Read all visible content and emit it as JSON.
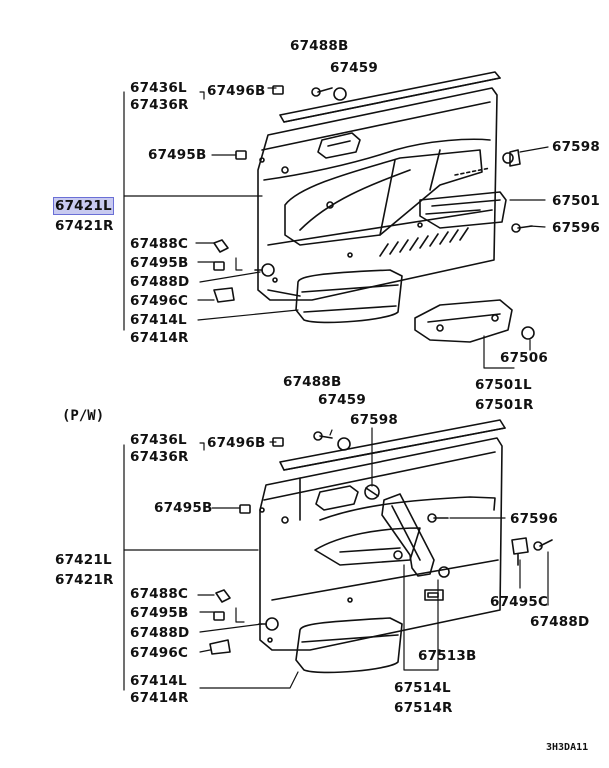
{
  "callouts": {
    "top": {
      "p67488B": "67488B",
      "p67459": "67459",
      "p67436L": "67436L",
      "p67496B": "67496B",
      "p67436R": "67436R",
      "p67598": "67598",
      "p67495B": "67495B",
      "p67421L": "67421L",
      "p67421R": "67421R",
      "p67501": "67501",
      "p67596": "67596",
      "p67488C": "67488C",
      "p67495B2": "67495B",
      "p67488D": "67488D",
      "p67496C": "67496C",
      "p67414L": "67414L",
      "p67414R": "67414R",
      "p67506": "67506",
      "p67501L": "67501L",
      "p67501R": "67501R"
    },
    "pw_label": "(P/W)",
    "bottom": {
      "p67488B": "67488B",
      "p67459": "67459",
      "p67598": "67598",
      "p67436L": "67436L",
      "p67496B": "67496B",
      "p67436R": "67436R",
      "p67495B": "67495B",
      "p67596": "67596",
      "p67421L": "67421L",
      "p67421R": "67421R",
      "p67495C": "67495C",
      "p67488C": "67488C",
      "p67495B2": "67495B",
      "p67488D": "67488D",
      "p67488D2": "67488D",
      "p67496C": "67496C",
      "p67513B": "67513B",
      "p67414L": "67414L",
      "p67414R": "67414R",
      "p67514L": "67514L",
      "p67514R": "67514R"
    }
  },
  "diagram_code": "3H3DA11",
  "colors": {
    "line": "#111111",
    "highlight": "#c8caf0",
    "highlight_border": "#6a6fd6"
  }
}
